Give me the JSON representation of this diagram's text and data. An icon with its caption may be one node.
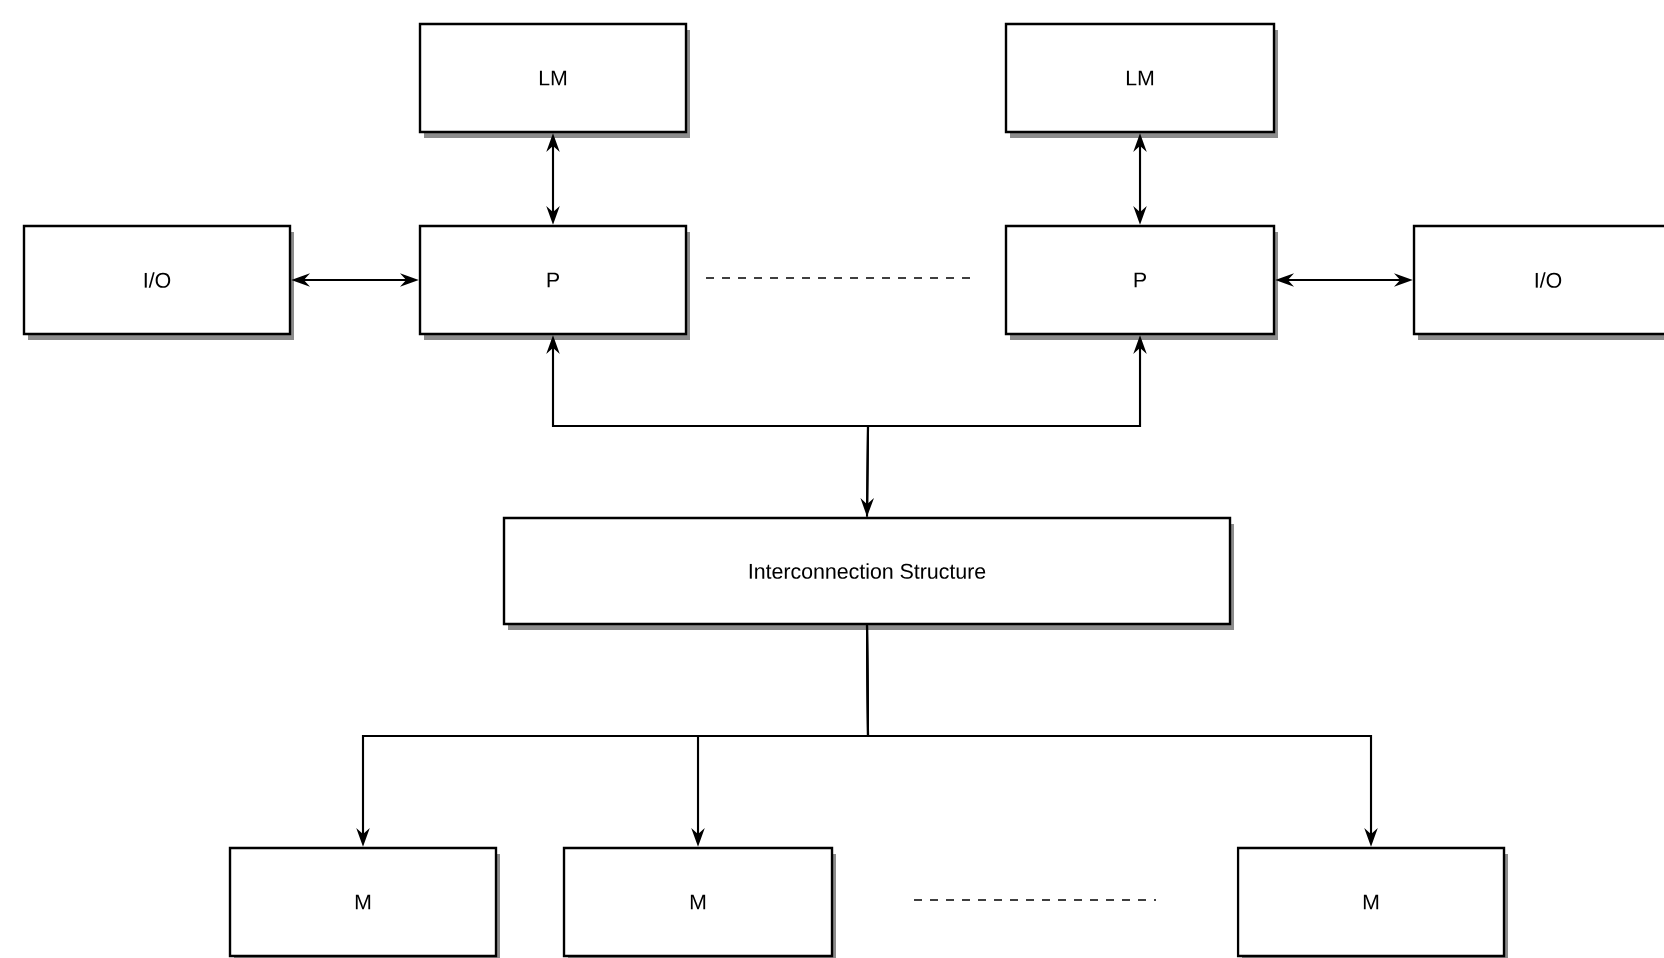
{
  "diagram": {
    "nodes": [
      {
        "text": [
          "LM"
        ]
      },
      {
        "text": [
          "LM"
        ]
      },
      {
        "text": [
          "I/O"
        ]
      },
      {
        "text": [
          "P"
        ]
      },
      {
        "text": [
          "P"
        ]
      },
      {
        "text": [
          "I/O"
        ]
      },
      {
        "text": [
          "Interconnection Structure"
        ]
      },
      {
        "text": [
          "M"
        ]
      },
      {
        "text": [
          "M"
        ]
      },
      {
        "text": [
          "M"
        ]
      }
    ],
    "edges": [
      {
        "from": 0,
        "to": 3,
        "arrow": "both"
      },
      {
        "from": 1,
        "to": 4,
        "arrow": "both"
      },
      {
        "from": 2,
        "to": 3,
        "arrow": "both"
      },
      {
        "from": 4,
        "to": 5,
        "arrow": "both"
      },
      {
        "from": 6,
        "to": 3,
        "arrow": "both"
      },
      {
        "from": 6,
        "to": 4,
        "arrow": "to"
      },
      {
        "from": 6,
        "to": 7,
        "arrow": "to"
      },
      {
        "from": 6,
        "to": 8,
        "arrow": "to"
      },
      {
        "from": 6,
        "to": 9,
        "arrow": "to"
      }
    ]
  }
}
